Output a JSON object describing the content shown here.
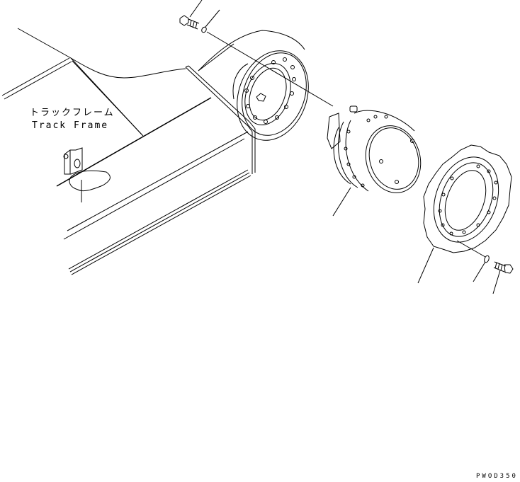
{
  "diagram": {
    "type": "exploded-parts-diagram",
    "label_jp": "トラックフレーム",
    "label_en": "Track Frame",
    "figure_code": "PWOD350",
    "line_color": "#000000",
    "background": "#ffffff",
    "parts": [
      {
        "name": "track-frame",
        "label": "Track Frame"
      },
      {
        "name": "mounting-bolt-upper"
      },
      {
        "name": "washer-upper"
      },
      {
        "name": "final-drive-motor"
      },
      {
        "name": "sprocket"
      },
      {
        "name": "washer-lower"
      },
      {
        "name": "mounting-bolt-lower"
      }
    ]
  }
}
